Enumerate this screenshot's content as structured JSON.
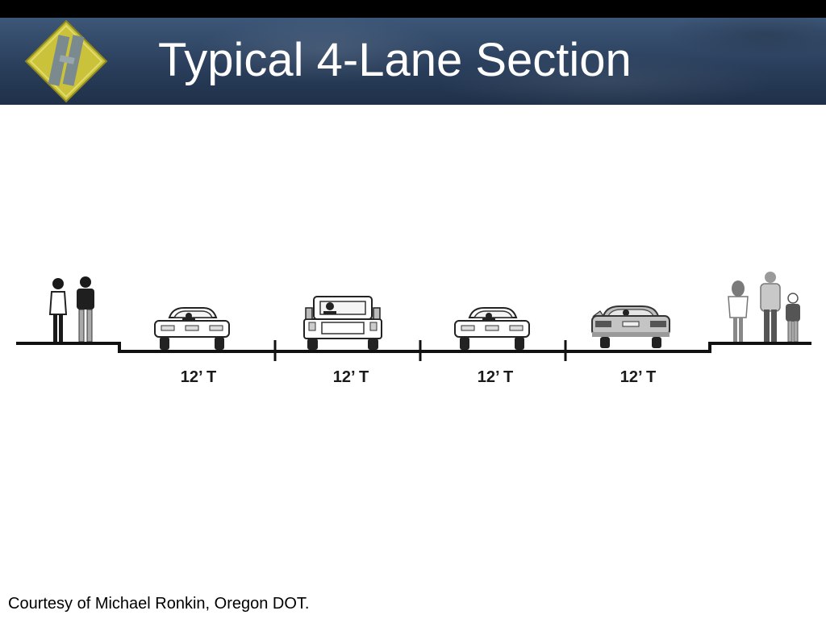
{
  "title": "Typical 4-Lane Section",
  "credit": "Courtesy of Michael Ronkin, Oregon DOT.",
  "lanes": [
    {
      "label": "12’ T",
      "vehicle": "sedan"
    },
    {
      "label": "12’ T",
      "vehicle": "pickup-truck"
    },
    {
      "label": "12’ T",
      "vehicle": "sedan"
    },
    {
      "label": "12’ T",
      "vehicle": "car-headlights"
    }
  ],
  "icons": {
    "logo": "road-diamond-sign-icon",
    "pedestrians_left": "pedestrian-pair-icon",
    "pedestrians_right": "pedestrian-family-icon"
  },
  "colors": {
    "header": "#2f4766",
    "logo_yellow": "#c9c23a",
    "road_line": "#111111"
  }
}
